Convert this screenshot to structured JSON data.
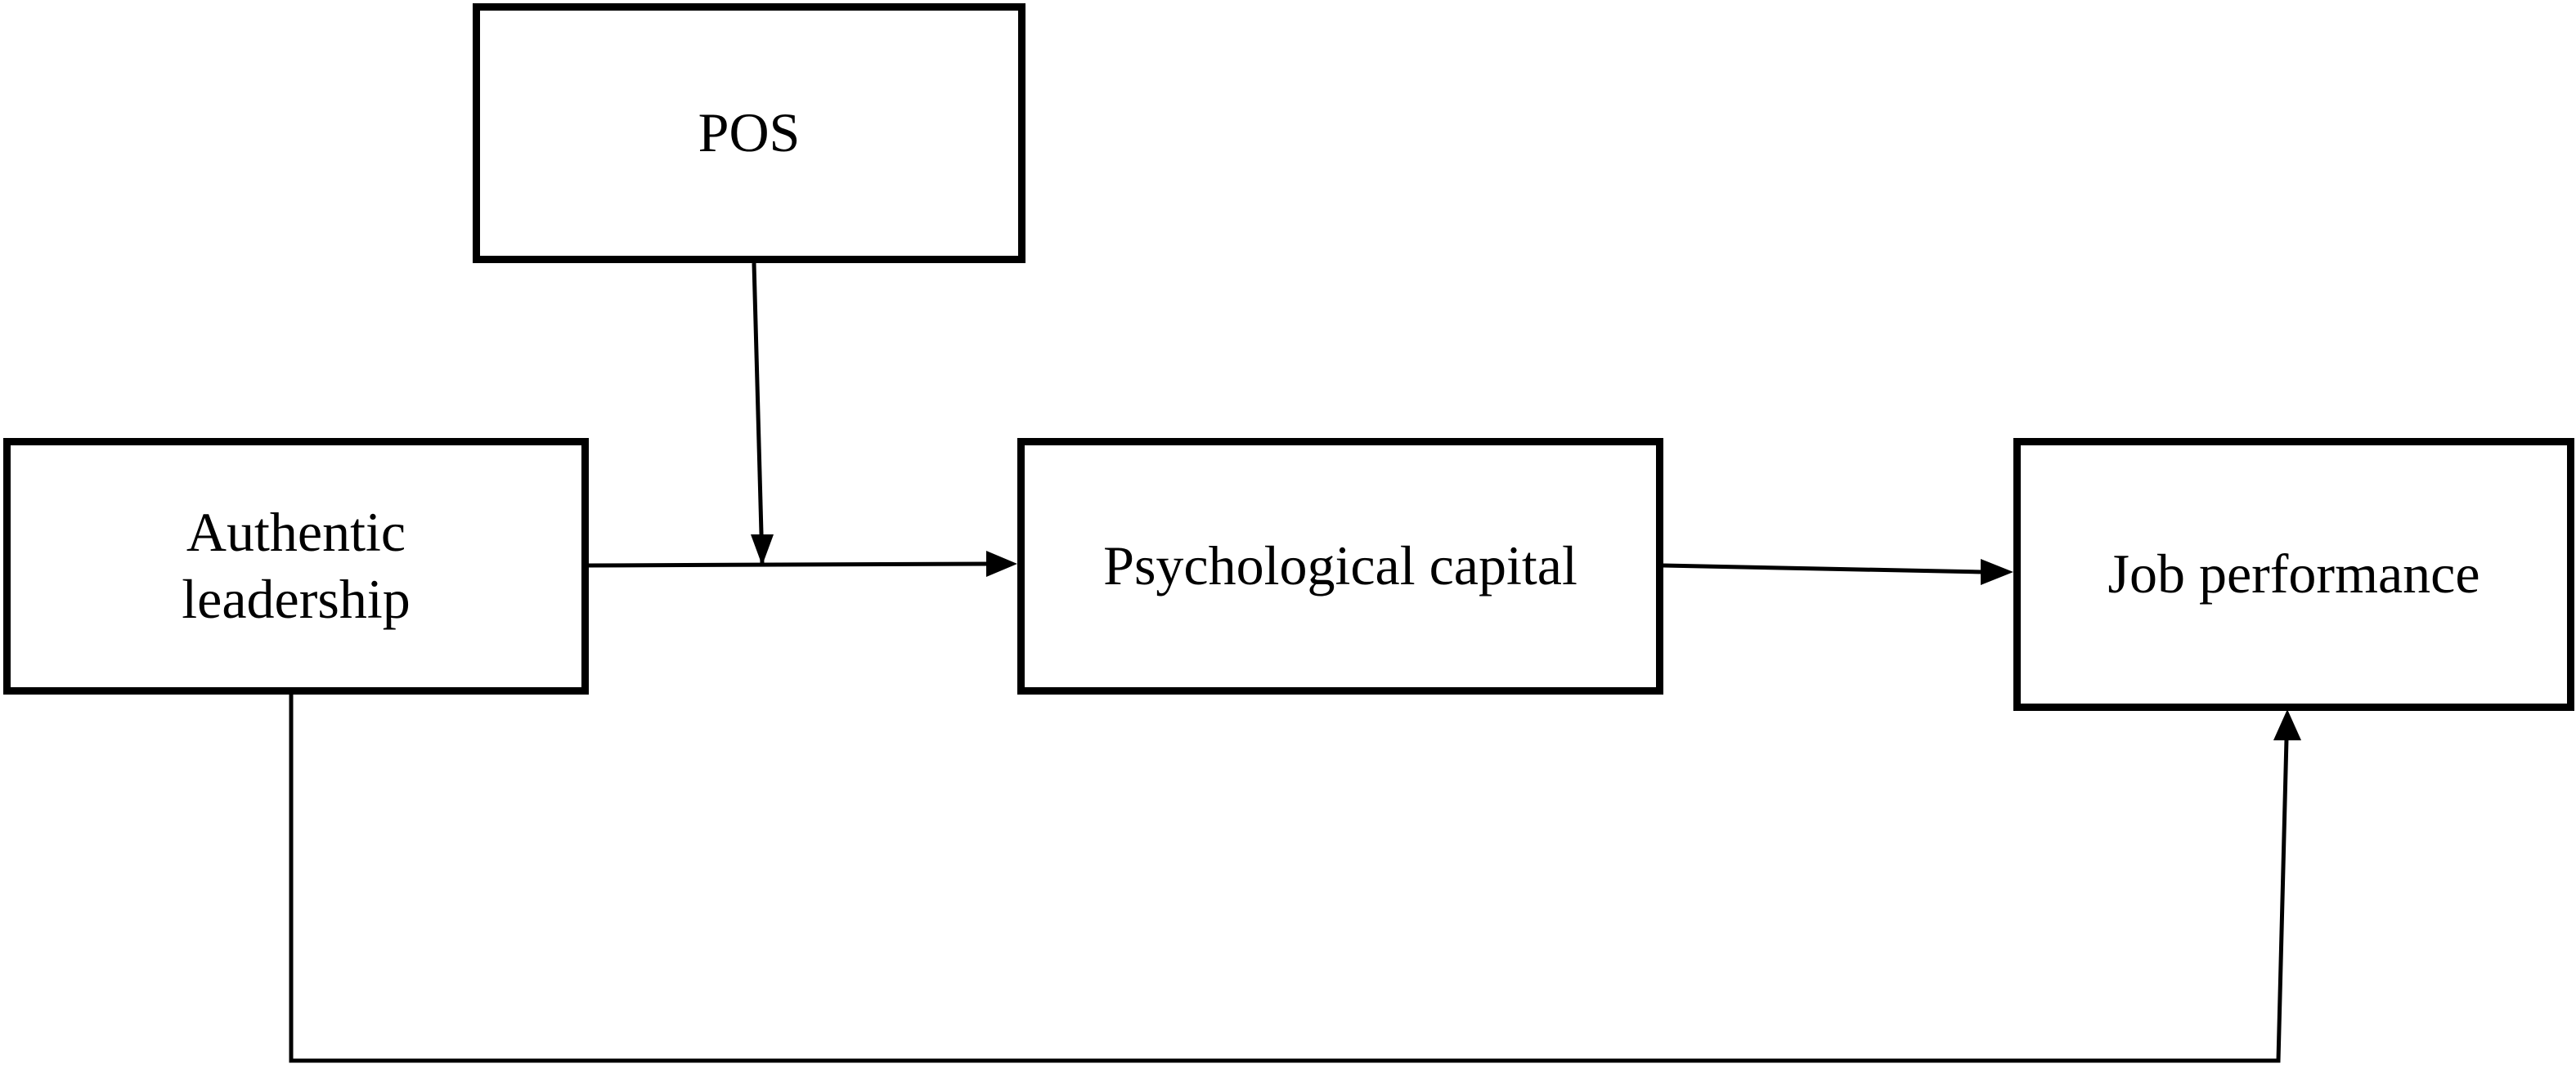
{
  "nodes": {
    "pos": {
      "label": "POS"
    },
    "authentic_leadership": {
      "label": "Authentic\nleadership"
    },
    "psychological_capital": {
      "label": "Psychological capital"
    },
    "job_performance": {
      "label": "Job performance"
    }
  },
  "colors": {
    "stroke": "#000000",
    "background": "#ffffff"
  }
}
